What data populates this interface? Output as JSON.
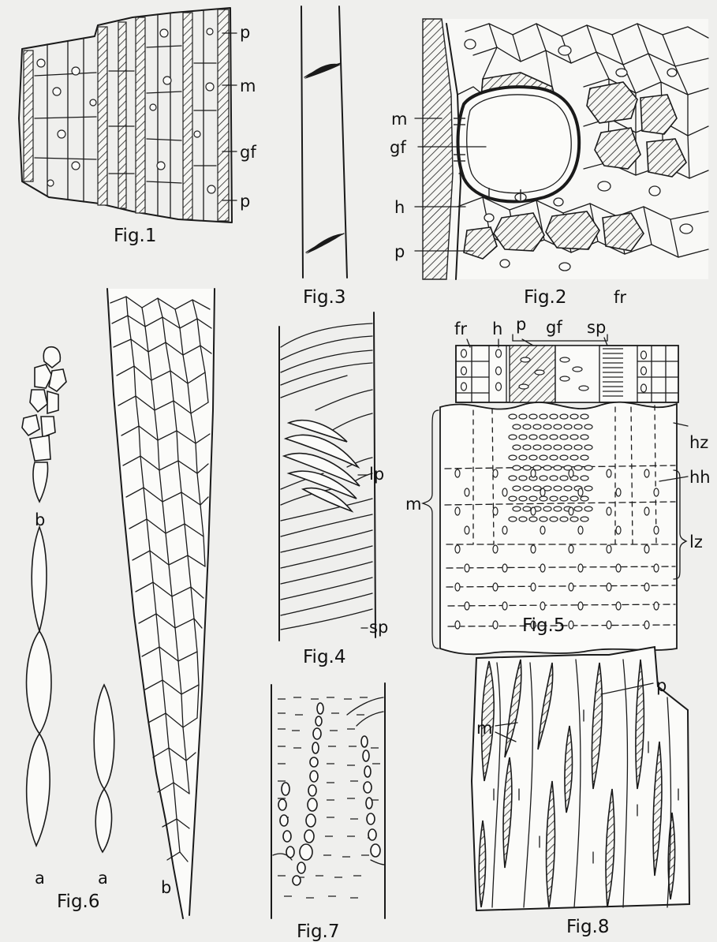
{
  "figures": {
    "fig1": {
      "caption": "Fig.1",
      "labels": {
        "p_top": "p",
        "m": "m",
        "gf": "gf",
        "p_bottom": "p"
      }
    },
    "fig2": {
      "caption": "Fig.2",
      "labels": {
        "m": "m",
        "gf": "gf",
        "h": "h",
        "p": "p",
        "fr": "fr"
      }
    },
    "fig3": {
      "caption": "Fig.3"
    },
    "fig4": {
      "caption": "Fig.4",
      "labels": {
        "lp": "lp",
        "sp": "sp"
      }
    },
    "fig5": {
      "caption": "Fig.5",
      "labels": {
        "fr": "fr",
        "h": "h",
        "p": "p",
        "gf": "gf",
        "sp": "sp",
        "m": "m",
        "hz": "hz",
        "hh": "hh",
        "lz": "lz"
      }
    },
    "fig6": {
      "caption": "Fig.6",
      "labels": {
        "b_upper": "b",
        "a_left": "a",
        "a_right": "a",
        "b_lower": "b"
      }
    },
    "fig7": {
      "caption": "Fig.7"
    },
    "fig8": {
      "caption": "Fig.8",
      "labels": {
        "p": "p",
        "m": "m"
      }
    }
  }
}
